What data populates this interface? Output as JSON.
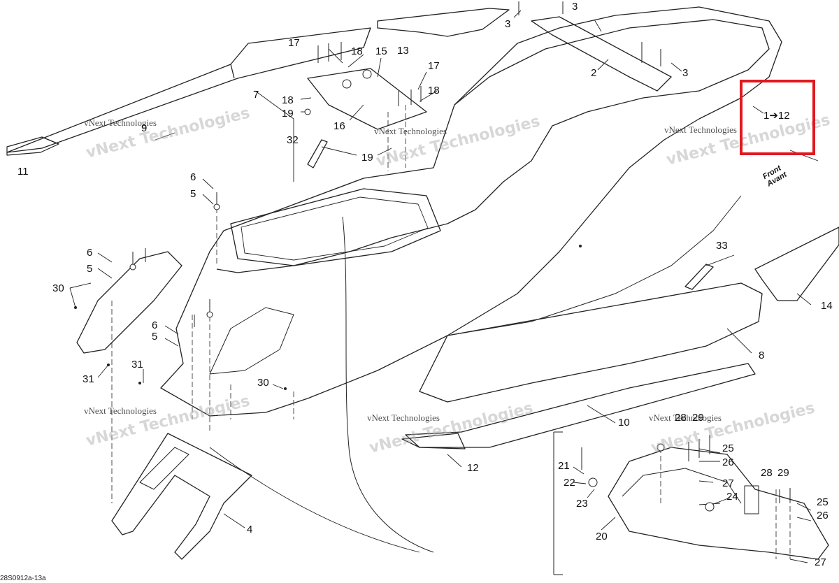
{
  "callout": {
    "text": "1➔12"
  },
  "front_label": {
    "line1": "Front",
    "line2": "Avant"
  },
  "watermark": {
    "line1": "vNext Technologies",
    "line2": "vNext Technologies"
  },
  "drawing_code": "28S0912a-13a",
  "parts": [
    {
      "id": "p3a",
      "text": "3"
    },
    {
      "id": "p3b",
      "text": "3"
    },
    {
      "id": "p3c",
      "text": "3"
    },
    {
      "id": "p13",
      "text": "13"
    },
    {
      "id": "p2",
      "text": "2"
    },
    {
      "id": "p17a",
      "text": "17"
    },
    {
      "id": "p18a",
      "text": "18"
    },
    {
      "id": "p15",
      "text": "15"
    },
    {
      "id": "p17b",
      "text": "17"
    },
    {
      "id": "p18b",
      "text": "18"
    },
    {
      "id": "p7",
      "text": "7"
    },
    {
      "id": "p18c",
      "text": "18"
    },
    {
      "id": "p19a",
      "text": "19"
    },
    {
      "id": "p16",
      "text": "16"
    },
    {
      "id": "p9",
      "text": "9"
    },
    {
      "id": "p11",
      "text": "11"
    },
    {
      "id": "p32",
      "text": "32"
    },
    {
      "id": "p19b",
      "text": "19"
    },
    {
      "id": "p6a",
      "text": "6"
    },
    {
      "id": "p5a",
      "text": "5"
    },
    {
      "id": "p6b",
      "text": "6"
    },
    {
      "id": "p5b",
      "text": "5"
    },
    {
      "id": "p30a",
      "text": "30"
    },
    {
      "id": "p6c",
      "text": "6"
    },
    {
      "id": "p5c",
      "text": "5"
    },
    {
      "id": "p31a",
      "text": "31"
    },
    {
      "id": "p31b",
      "text": "31"
    },
    {
      "id": "p30b",
      "text": "30"
    },
    {
      "id": "p33",
      "text": "33"
    },
    {
      "id": "p14",
      "text": "14"
    },
    {
      "id": "p8",
      "text": "8"
    },
    {
      "id": "p10",
      "text": "10"
    },
    {
      "id": "p12",
      "text": "12"
    },
    {
      "id": "p28a",
      "text": "28"
    },
    {
      "id": "p29a",
      "text": "29"
    },
    {
      "id": "p25a",
      "text": "25"
    },
    {
      "id": "p26a",
      "text": "26"
    },
    {
      "id": "p21",
      "text": "21"
    },
    {
      "id": "p22",
      "text": "22"
    },
    {
      "id": "p23",
      "text": "23"
    },
    {
      "id": "p27a",
      "text": "27"
    },
    {
      "id": "p28b",
      "text": "28"
    },
    {
      "id": "p29b",
      "text": "29"
    },
    {
      "id": "p24",
      "text": "24"
    },
    {
      "id": "p25b",
      "text": "25"
    },
    {
      "id": "p26b",
      "text": "26"
    },
    {
      "id": "p20",
      "text": "20"
    },
    {
      "id": "p27b",
      "text": "27"
    },
    {
      "id": "p4",
      "text": "4"
    }
  ]
}
